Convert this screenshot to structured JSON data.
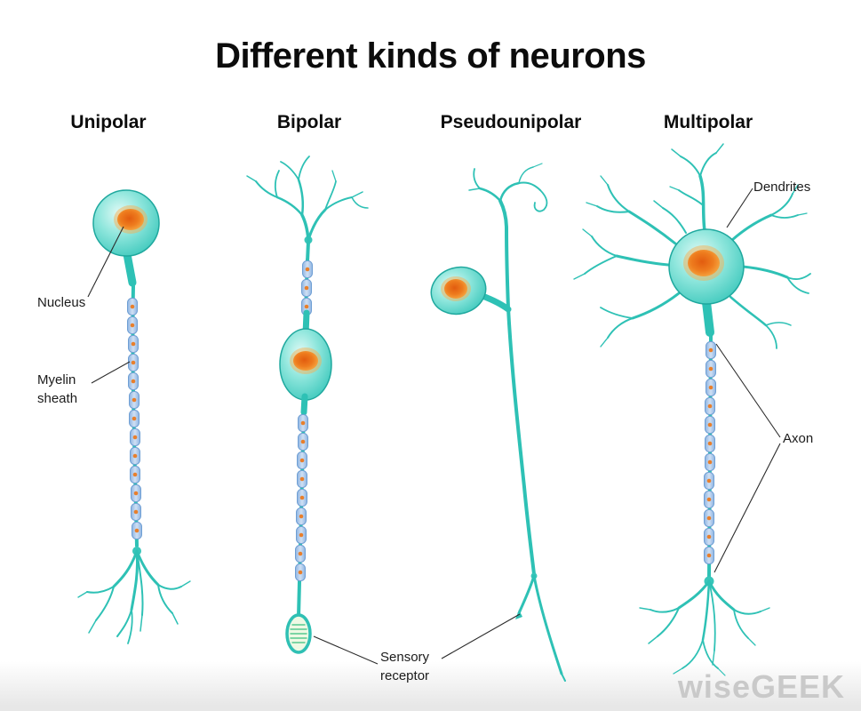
{
  "title": "Different kinds of neurons",
  "neuron_types": [
    {
      "label": "Unipolar"
    },
    {
      "label": "Bipolar"
    },
    {
      "label": "Pseudounipolar"
    },
    {
      "label": "Multipolar"
    }
  ],
  "annotations": {
    "nucleus": "Nucleus",
    "myelin_sheath": "Myelin\nsheath",
    "dendrites": "Dendrites",
    "axon": "Axon",
    "sensory_receptor": "Sensory\nreceptor"
  },
  "watermark": "wiseGEEK",
  "colors": {
    "neuron_teal": "#2ec1b5",
    "soma_edge": "#1fa89e",
    "nucleus_orange": "#ee7c1e",
    "myelin_blue": "#a9c6ea",
    "label_text": "#1b1b1b",
    "watermark_gray": "#c9c9c9"
  }
}
